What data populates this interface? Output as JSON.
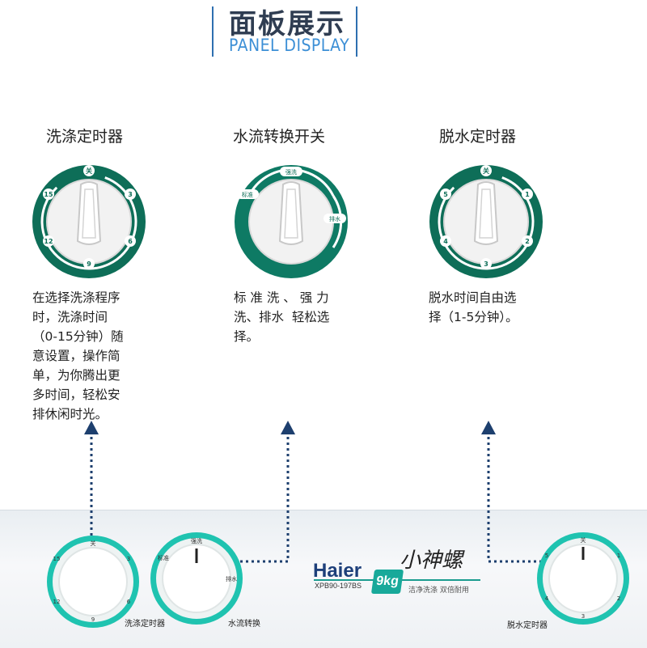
{
  "header": {
    "title_cn": "面板展示",
    "title_en": "PANEL DISPLAY"
  },
  "panels": [
    {
      "label": "洗涤定时器",
      "description": [
        "在选择洗涤程序",
        "时，洗涤时间",
        "（0-15分钟）随",
        "意设置，操作简",
        "单，为你腾出更",
        "多时间，轻松安",
        "排休闲时光。"
      ],
      "marks": [
        "关",
        "3",
        "6",
        "9",
        "12",
        "15"
      ]
    },
    {
      "label": "水流转换开关",
      "description": [
        "标 准 洗 、 强 力",
        "洗、排水  轻松选",
        "择。"
      ],
      "marks": [
        "强洗",
        "标准",
        "排水"
      ]
    },
    {
      "label": "脱水定时器",
      "description": [
        "脱水时间自由选",
        "择（1-5分钟）。"
      ],
      "marks": [
        "关",
        "1",
        "2",
        "3",
        "4",
        "5"
      ]
    }
  ],
  "machine": {
    "brand": "Haier",
    "model": "XPB90-197BS",
    "capacity": "9kg",
    "slogan": "小神螺",
    "tagline": "洁净洗涤  双倍耐用",
    "labels": [
      "洗涤定时器",
      "水流转换",
      "脱水定时器"
    ]
  },
  "colors": {
    "dial_green": "#0e7a64",
    "dial_teal": "#1fc3b0",
    "accent_blue": "#3c8fd6",
    "arrow": "#1d3f6e"
  }
}
